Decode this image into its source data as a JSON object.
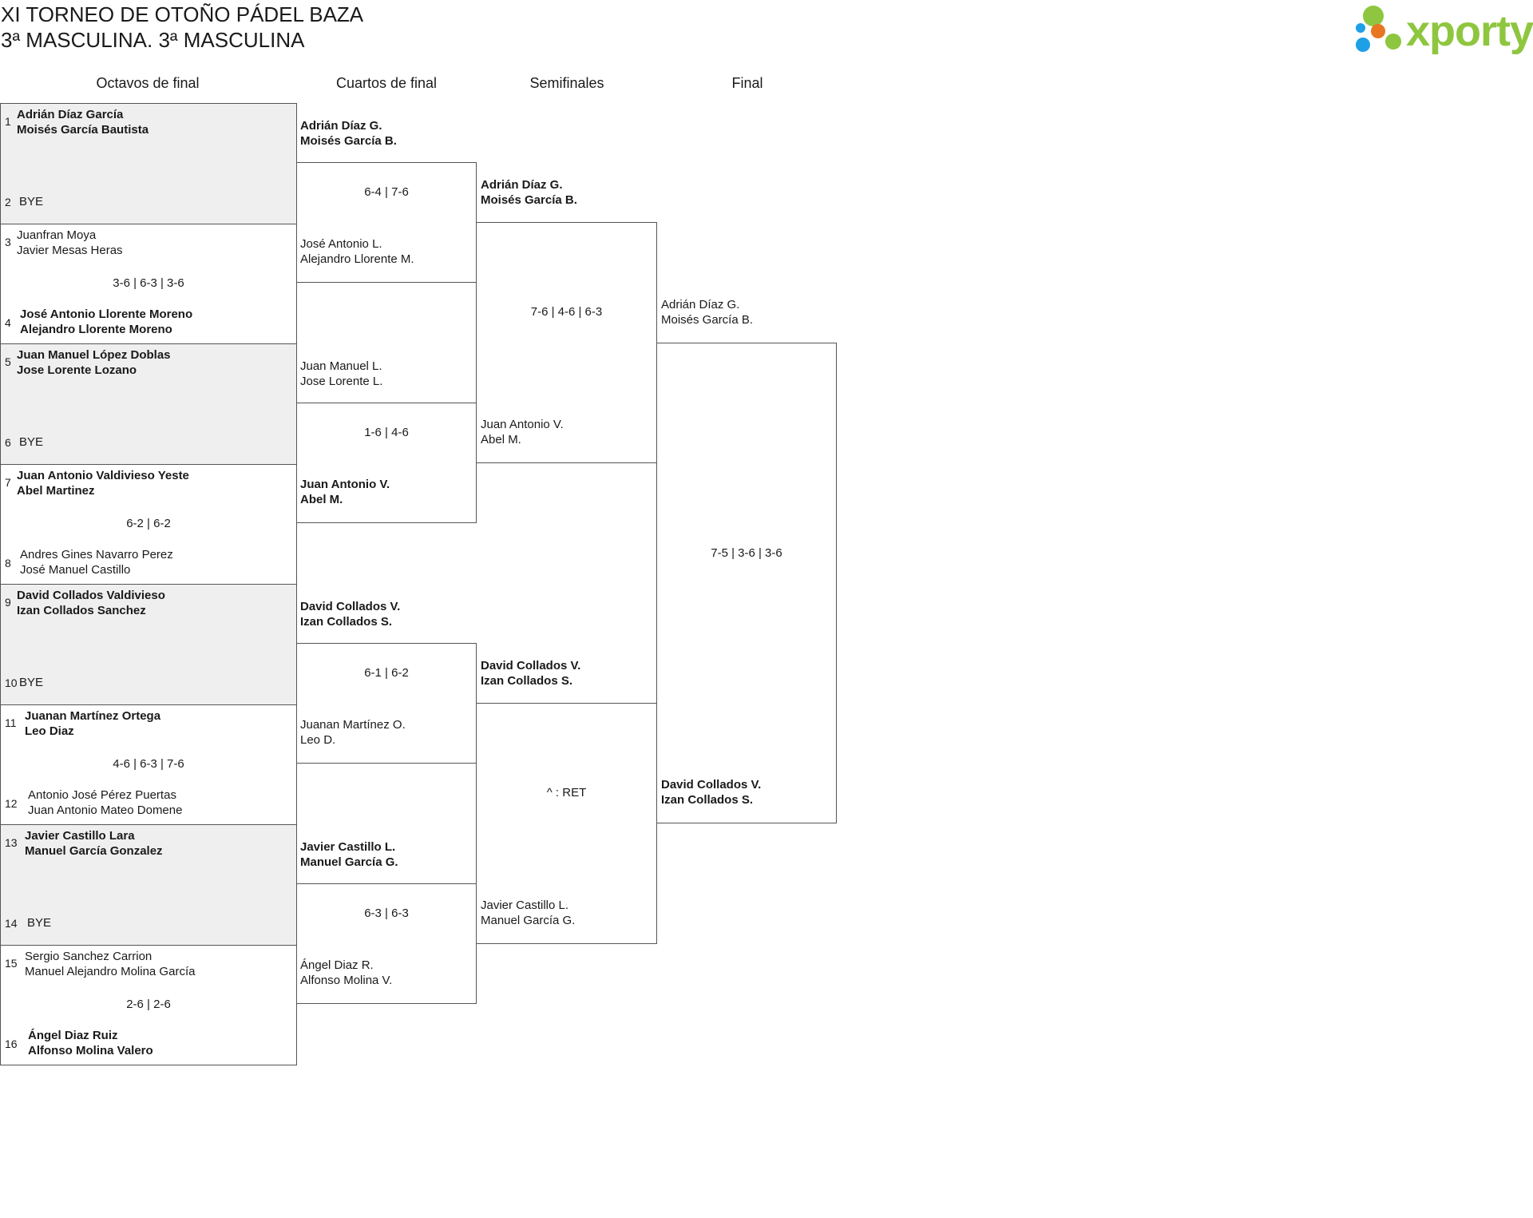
{
  "header": {
    "title": "XI TORNEO DE OTOÑO PÁDEL BAZA",
    "subtitle": "3ª MASCULINA. 3ª MASCULINA",
    "logo_text": "xporty",
    "logo_colors": [
      "#8ec63f",
      "#e87722",
      "#1ea0e6"
    ]
  },
  "rounds": [
    "Octavos de final",
    "Cuartos de final",
    "Semifinales",
    "Final"
  ],
  "octavos": [
    {
      "seed_top": "1",
      "top": [
        "Adrián Díaz García",
        "Moisés García Bautista"
      ],
      "top_win": true,
      "seed_bottom": "2",
      "bottom": [
        "BYE"
      ],
      "bottom_win": false,
      "score": "",
      "bye": true
    },
    {
      "seed_top": "3",
      "top": [
        "Juanfran Moya",
        "Javier Mesas Heras"
      ],
      "top_win": false,
      "seed_bottom": "4",
      "bottom": [
        "José Antonio Llorente Moreno",
        "Alejandro Llorente Moreno"
      ],
      "bottom_win": true,
      "score": "3-6 | 6-3 | 3-6",
      "bye": false
    },
    {
      "seed_top": "5",
      "top": [
        "Juan Manuel López Doblas",
        "Jose Lorente Lozano"
      ],
      "top_win": true,
      "seed_bottom": "6",
      "bottom": [
        "BYE"
      ],
      "bottom_win": false,
      "score": "",
      "bye": true
    },
    {
      "seed_top": "7",
      "top": [
        "Juan Antonio Valdivieso Yeste",
        "Abel Martinez"
      ],
      "top_win": true,
      "seed_bottom": "8",
      "bottom": [
        "Andres Gines Navarro Perez",
        "José Manuel Castillo"
      ],
      "bottom_win": false,
      "score": "6-2 | 6-2",
      "bye": false
    },
    {
      "seed_top": "9",
      "top": [
        "David Collados Valdivieso",
        "Izan Collados Sanchez"
      ],
      "top_win": true,
      "seed_bottom": "10",
      "bottom": [
        "BYE"
      ],
      "bottom_win": false,
      "score": "",
      "bye": true
    },
    {
      "seed_top": "11",
      "top": [
        "Juanan Martínez Ortega",
        "Leo Diaz"
      ],
      "top_win": true,
      "seed_bottom": "12",
      "bottom": [
        "Antonio José Pérez Puertas",
        "Juan Antonio Mateo Domene"
      ],
      "bottom_win": false,
      "score": "4-6 | 6-3 | 7-6",
      "bye": false
    },
    {
      "seed_top": "13",
      "top": [
        "Javier Castillo Lara",
        "Manuel García Gonzalez"
      ],
      "top_win": true,
      "seed_bottom": "14",
      "bottom": [
        "BYE"
      ],
      "bottom_win": false,
      "score": "",
      "bye": true
    },
    {
      "seed_top": "15",
      "top": [
        "Sergio Sanchez Carrion",
        "Manuel Alejandro Molina García"
      ],
      "top_win": false,
      "seed_bottom": "16",
      "bottom": [
        "Ángel Diaz Ruiz",
        "Alfonso Molina Valero"
      ],
      "bottom_win": true,
      "score": "2-6 | 2-6",
      "bye": false
    }
  ],
  "cuartos": [
    {
      "top": [
        "Adrián Díaz G.",
        "Moisés García B."
      ],
      "top_win": true,
      "bottom": [
        "José Antonio L.",
        "Alejandro Llorente M."
      ],
      "bottom_win": false,
      "score": "6-4 | 7-6"
    },
    {
      "top": [
        "Juan Manuel L.",
        "Jose Lorente L."
      ],
      "top_win": false,
      "bottom": [
        "Juan Antonio V.",
        "Abel M."
      ],
      "bottom_win": true,
      "score": "1-6 | 4-6"
    },
    {
      "top": [
        "David Collados V.",
        "Izan Collados S."
      ],
      "top_win": true,
      "bottom": [
        "Juanan Martínez O.",
        "Leo D."
      ],
      "bottom_win": false,
      "score": "6-1 | 6-2"
    },
    {
      "top": [
        "Javier Castillo L.",
        "Manuel García G."
      ],
      "top_win": true,
      "bottom": [
        "Ángel Diaz R.",
        "Alfonso Molina V."
      ],
      "bottom_win": false,
      "score": "6-3 | 6-3"
    }
  ],
  "semis": [
    {
      "top": [
        "Adrián Díaz G.",
        "Moisés García B."
      ],
      "top_win": true,
      "bottom": [
        "Juan Antonio V.",
        "Abel M."
      ],
      "bottom_win": false,
      "score": "7-6 | 4-6 | 6-3"
    },
    {
      "top": [
        "David Collados V.",
        "Izan Collados S."
      ],
      "top_win": true,
      "bottom": [
        "Javier Castillo L.",
        "Manuel García G."
      ],
      "bottom_win": false,
      "score": "^ : RET"
    }
  ],
  "final": {
    "top": [
      "Adrián Díaz G.",
      "Moisés García B."
    ],
    "top_win": false,
    "bottom": [
      "David Collados V.",
      "Izan Collados S."
    ],
    "bottom_win": true,
    "score": "7-5 | 3-6 | 3-6"
  }
}
